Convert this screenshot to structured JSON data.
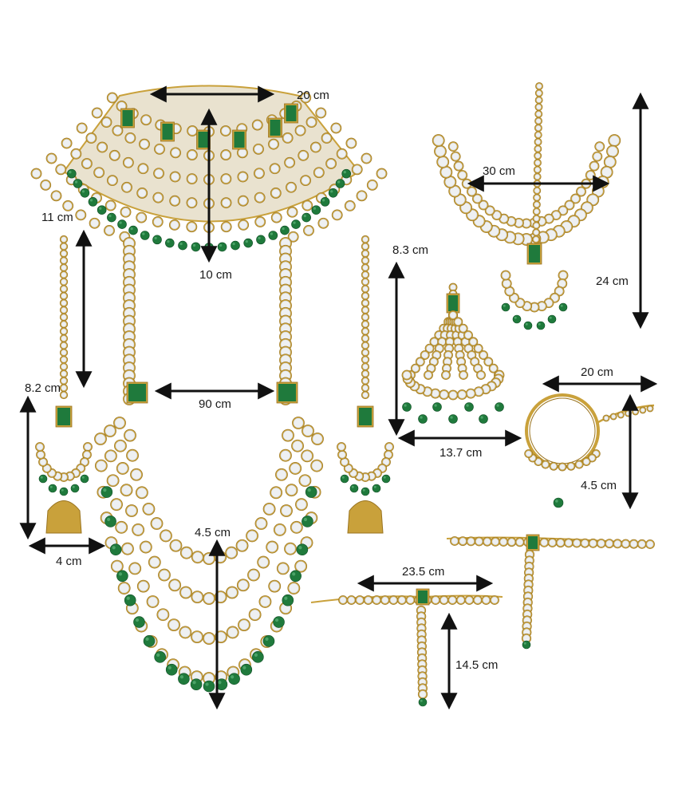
{
  "colors": {
    "gold": "#c9a13b",
    "gold_dark": "#9a7420",
    "kundan_white": "#eef0f2",
    "emerald": "#1f7a3c",
    "arrow": "#111111",
    "background": "#ffffff"
  },
  "measurements": {
    "choker_width": "20 cm",
    "choker_height": "10 cm",
    "long_necklace_length": "90 cm",
    "long_necklace_drop": "4.5 cm",
    "earring_chain": "11 cm",
    "earring_height": "8.2 cm",
    "earring_width": "4 cm",
    "matha_patti_width": "30 cm",
    "matha_patti_height": "24 cm",
    "passa_height": "8.3 cm",
    "passa_width": "13.7 cm",
    "nath_chain": "20 cm",
    "nath_height": "4.5 cm",
    "haath_phool_width": "23.5 cm",
    "haath_phool_height": "14.5 cm"
  }
}
